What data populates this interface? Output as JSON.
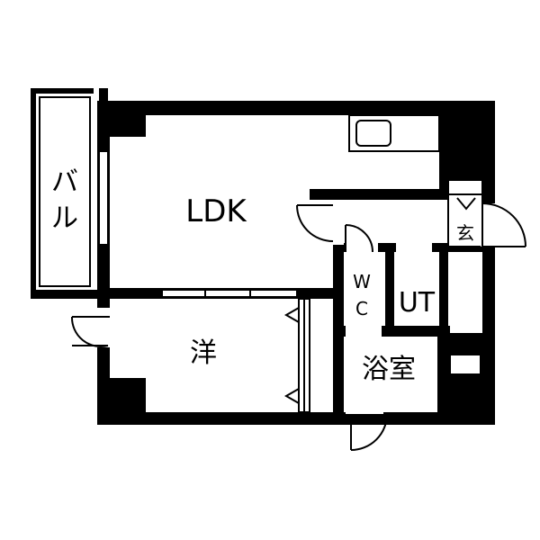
{
  "floorplan": {
    "colors": {
      "wall": "#000000",
      "background": "#ffffff"
    },
    "rooms": {
      "ldk": "LDK",
      "western": "洋",
      "balcony_top": "バ",
      "balcony_bottom": "ル",
      "toilet_top": "W",
      "toilet_bottom": "C",
      "utility": "UT",
      "bath": "浴室",
      "entrance": "玄"
    }
  }
}
